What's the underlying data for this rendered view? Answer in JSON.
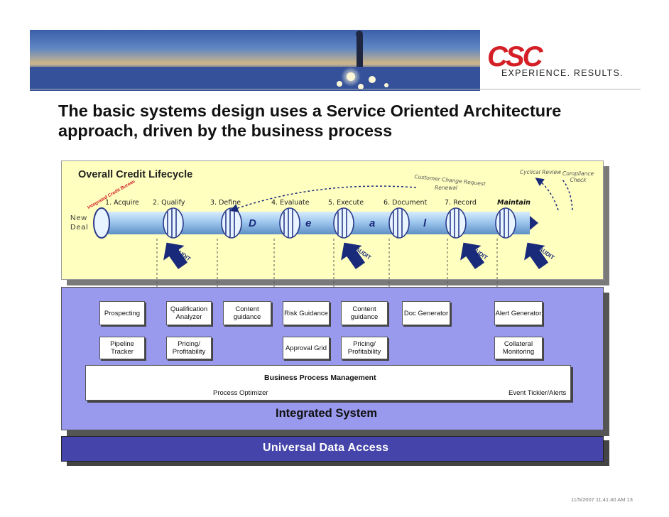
{
  "header": {
    "logo_text": "CSC",
    "tagline": "EXPERIENCE. RESULTS."
  },
  "title": "The basic systems design uses a Service Oriented Architecture approach, driven by the business process",
  "lifecycle": {
    "title": "Overall Credit Lifecycle",
    "stages": [
      "1. Acquire",
      "2. Qualify",
      "3. Define",
      "4. Evaluate",
      "5. Execute",
      "6. Document",
      "7. Record",
      "Maintain"
    ],
    "new_deal": [
      "New",
      "Deal"
    ],
    "pipe_letters": [
      "D",
      "e",
      "a",
      "l"
    ],
    "audit_label": "AUDIT",
    "integrated_label": "Integrated Credit Bureau",
    "notes": {
      "customer_change": "Customer Change Request",
      "renewal": "Renewal",
      "cyclical_review": "Cyclical Review",
      "compliance_check": "Compliance Check"
    }
  },
  "services": {
    "row1": [
      "Prospecting",
      "Qualification Analyzer",
      "Content guidance",
      "Risk Guidance",
      "Content guidance",
      "Doc Generator",
      "Alert Generator"
    ],
    "row2": [
      "Pipeline Tracker",
      "Pricing/ Profitability",
      "Approval Grid",
      "Pricing/ Profitability",
      "Collateral Monitoring"
    ]
  },
  "bpm": {
    "title": "Business Process Management",
    "process_optimizer": "Process Optimizer",
    "event_tickler": "Event Tickler/Alerts"
  },
  "integrated_system": "Integrated System",
  "universal_data_access": "Universal Data Access",
  "footer": "11/5/2007 11:41:40 AM   13",
  "colors": {
    "brand_red": "#d41f26",
    "lifecycle_bg": "#ffffc0",
    "integrated_bg": "#9999ee",
    "uda_bg": "#4444aa",
    "pipe_blue": "#9fc8ef",
    "arrow_navy": "#1a2a7a"
  }
}
